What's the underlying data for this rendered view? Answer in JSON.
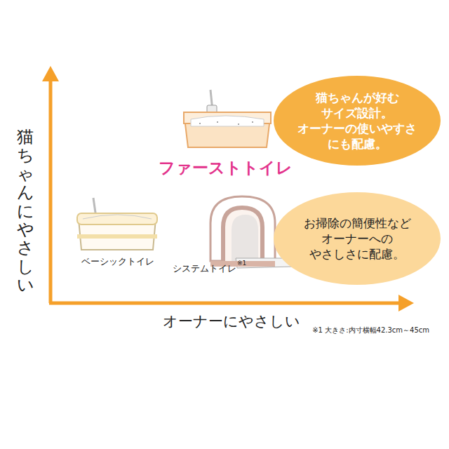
{
  "diagram": {
    "nodes": [
      {
        "text": [
          "猫ちゃんが好む サイズ設計。 オーナーの使いやすさ にも配慮。"
        ]
      },
      {
        "text": [
          "お掃除の簡便性など オーナーへの やさしさに配慮。"
        ]
      }
    ],
    "labels": [
      "猫ちゃんにやさしい",
      "オーナーにやさしい",
      "ファーストトイレ",
      "ベーシックトイレ",
      "システムトイレ",
      "※1",
      "※1 大きさ:内寸横幅42.3cm～45cm"
    ]
  }
}
